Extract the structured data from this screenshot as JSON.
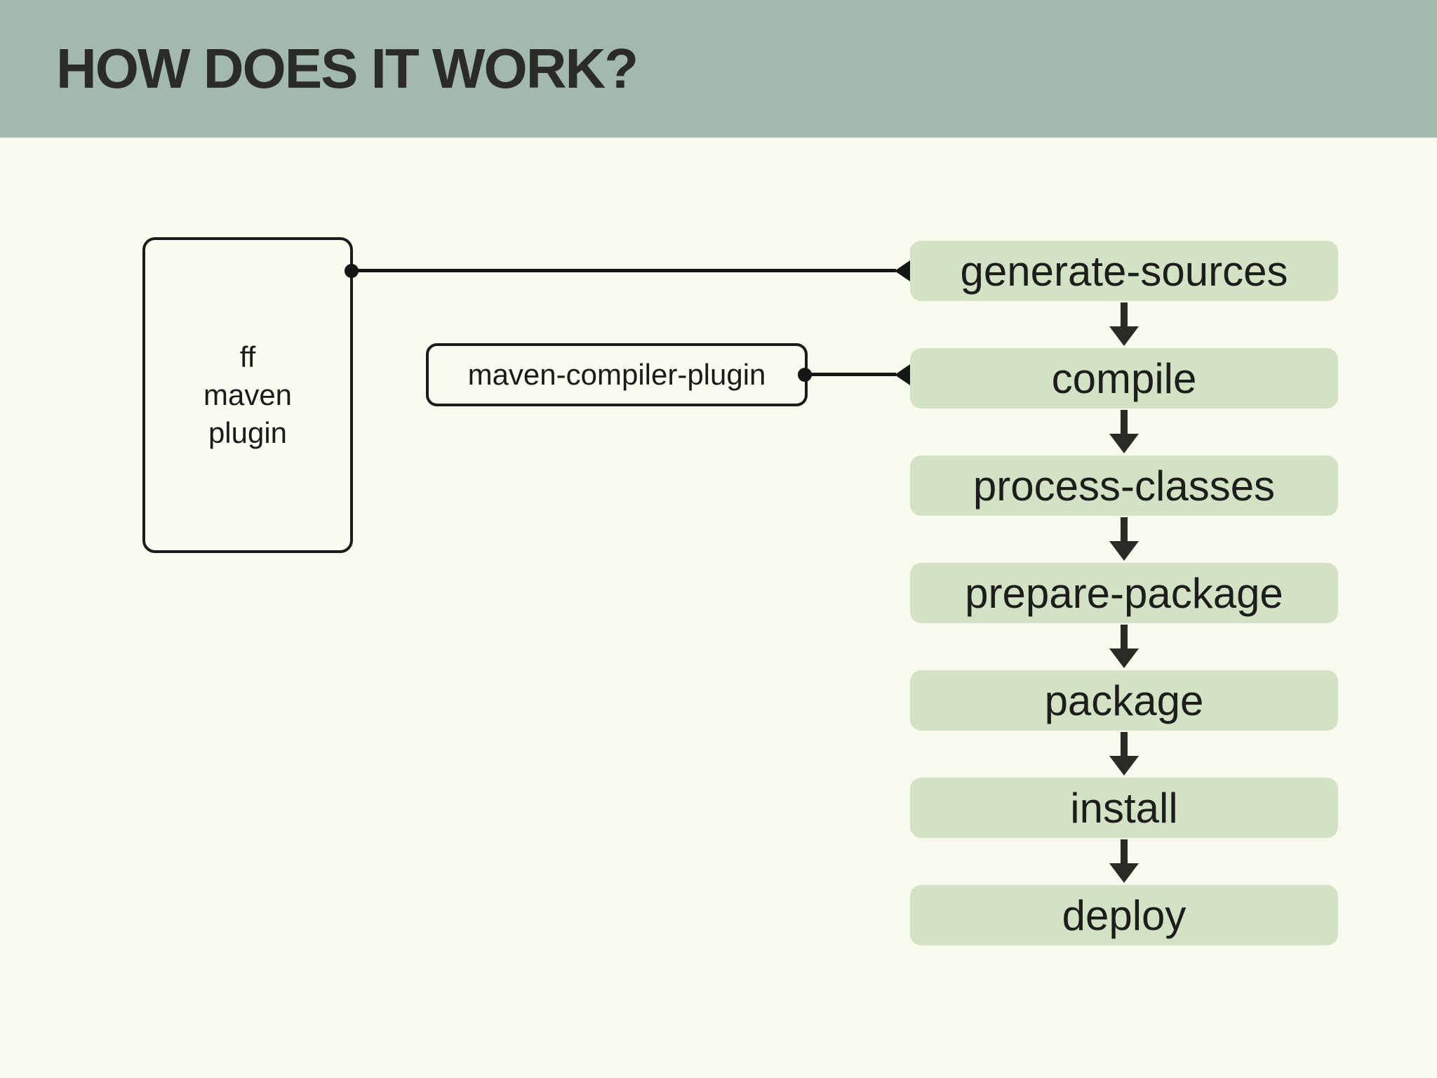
{
  "header": {
    "title": "HOW DOES IT WORK?"
  },
  "diagram": {
    "plugin_node": {
      "lines": [
        "ff",
        "maven",
        "plugin"
      ]
    },
    "compiler_node": {
      "label": "maven-compiler-plugin"
    },
    "phases": [
      "generate-sources",
      "compile",
      "process-classes",
      "prepare-package",
      "package",
      "install",
      "deploy"
    ],
    "edges": [
      {
        "from": "ff maven plugin",
        "to": "generate-sources"
      },
      {
        "from": "maven-compiler-plugin",
        "to": "compile"
      }
    ]
  },
  "colors": {
    "header_bg": "#a3b9ac",
    "page_bg": "#f9f9ee",
    "phase_fill": "#d3e1c5",
    "node_fill": "#fbfbf1",
    "ink": "#1b1b19",
    "arrow": "#2a2a26"
  }
}
